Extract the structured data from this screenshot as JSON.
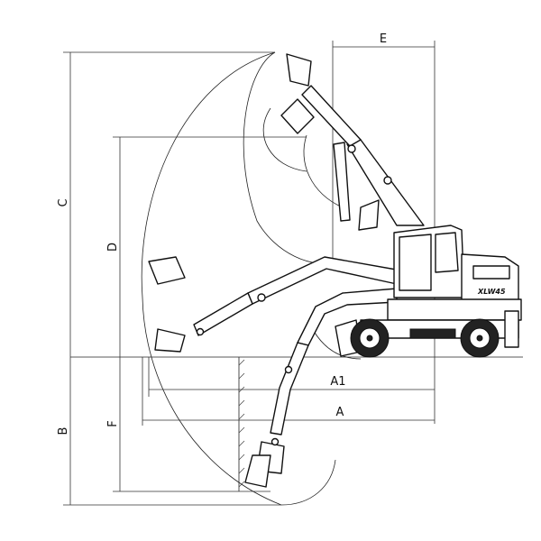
{
  "diagram": {
    "labels": {
      "a": "A",
      "a1": "A1",
      "b": "B",
      "c": "C",
      "d": "D",
      "e": "E",
      "f": "F"
    },
    "model_badge": "XLW45"
  }
}
